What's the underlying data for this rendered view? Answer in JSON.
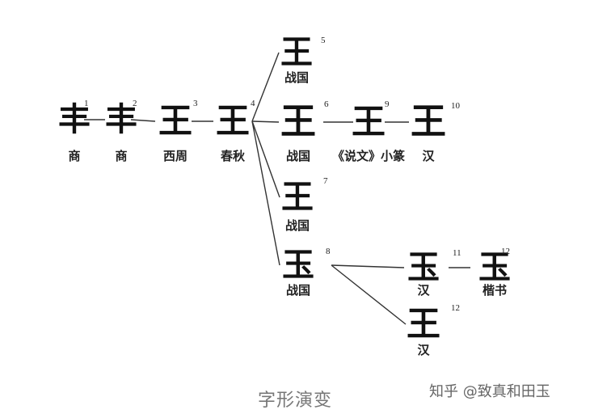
{
  "diagram": {
    "nodes": [
      {
        "id": "n1",
        "number": "1",
        "glyph": "丰",
        "label": "商"
      },
      {
        "id": "n2",
        "number": "2",
        "glyph": "丰",
        "label": "商"
      },
      {
        "id": "n3",
        "number": "3",
        "glyph": "王",
        "label": "西周"
      },
      {
        "id": "n4",
        "number": "4",
        "glyph": "王",
        "label": "春秋"
      },
      {
        "id": "n5",
        "number": "5",
        "glyph": "王",
        "label": "战国"
      },
      {
        "id": "n6",
        "number": "6",
        "glyph": "王",
        "label": "战国"
      },
      {
        "id": "n7",
        "number": "7",
        "glyph": "王",
        "label": "战国"
      },
      {
        "id": "n8",
        "number": "8",
        "glyph": "玉",
        "label": "战国"
      },
      {
        "id": "n9",
        "number": "9",
        "glyph": "王",
        "label": "《说文》小篆"
      },
      {
        "id": "n10",
        "number": "10",
        "glyph": "王",
        "label": "汉"
      },
      {
        "id": "n11",
        "number": "11",
        "glyph": "玉",
        "label": "汉"
      },
      {
        "id": "n12",
        "number": "12",
        "glyph": "玉",
        "label": "楷书"
      },
      {
        "id": "n13",
        "number": "12",
        "glyph": "王",
        "label": "汉"
      }
    ],
    "edges": [
      [
        "n1",
        "n2"
      ],
      [
        "n2",
        "n3"
      ],
      [
        "n3",
        "n4"
      ],
      [
        "n4",
        "n5"
      ],
      [
        "n4",
        "n6"
      ],
      [
        "n4",
        "n7"
      ],
      [
        "n4",
        "n8"
      ],
      [
        "n6",
        "n9"
      ],
      [
        "n9",
        "n10"
      ],
      [
        "n8",
        "n11"
      ],
      [
        "n11",
        "n12"
      ],
      [
        "n8",
        "n13"
      ]
    ]
  },
  "caption": "字形演变",
  "watermark": "知乎 @致真和田玉"
}
